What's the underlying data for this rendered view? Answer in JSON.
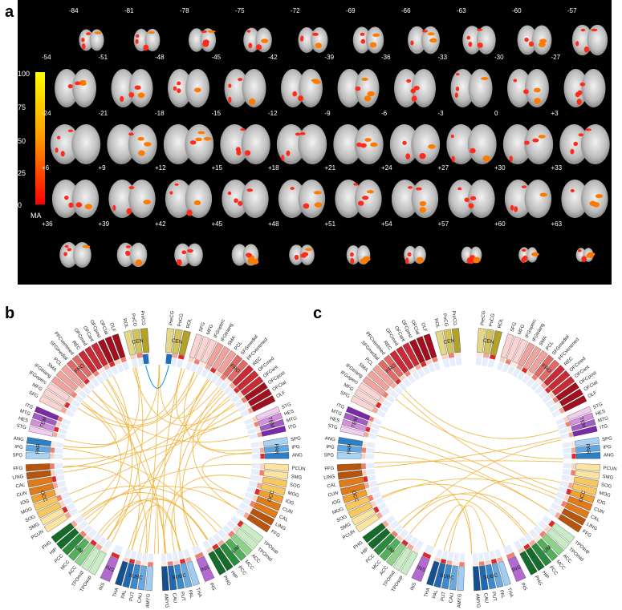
{
  "labels": {
    "a": "a",
    "b": "b",
    "c": "c"
  },
  "panel_a": {
    "slices": [
      "-84",
      "-81",
      "-78",
      "-75",
      "-72",
      "-69",
      "-66",
      "-63",
      "-60",
      "-57",
      "-54",
      "-51",
      "-48",
      "-45",
      "-42",
      "-39",
      "-36",
      "-33",
      "-30",
      "-27",
      "-24",
      "-21",
      "-18",
      "-15",
      "-12",
      "-9",
      "-6",
      "-3",
      "0",
      "+3",
      "+6",
      "+9",
      "+12",
      "+15",
      "+18",
      "+21",
      "+24",
      "+27",
      "+30",
      "+33",
      "+36",
      "+39",
      "+42",
      "+45",
      "+48",
      "+51",
      "+54",
      "+57",
      "+60",
      "+63"
    ],
    "colorbar": {
      "title": "MA",
      "ticks": [
        "100",
        "75",
        "50",
        "25",
        "0"
      ],
      "colors": [
        "#ffff00",
        "#ff9900",
        "#ff0000"
      ]
    }
  },
  "circos": {
    "left_labels": [
      "ROL",
      "PoCG",
      "PreCG",
      "SFG",
      "MFG",
      "IFGoperc",
      "IFGtriang",
      "SMA",
      "PCL",
      "SFGmedial",
      "PFCventmed",
      "REC",
      "OFCmed",
      "OFCant",
      "OFCpost",
      "OFClat",
      "OLF",
      "STG",
      "HES",
      "MTG",
      "ITG",
      "SPG",
      "IPG",
      "ANG",
      "PCUN",
      "SMG",
      "SOG",
      "MOG",
      "IOG",
      "CUN",
      "CAL",
      "LING",
      "FFG",
      "TPOsup",
      "TPOmid",
      "ACC",
      "MCC",
      "PCC",
      "HIP",
      "PHG",
      "INS",
      "AMYG",
      "CAU",
      "PUT",
      "PAL",
      "THA"
    ],
    "right_labels": [
      "PreCG",
      "PoCG",
      "ROL",
      "SFG",
      "MFG",
      "IFGoperc",
      "IFGtriang",
      "SMA",
      "PCL",
      "SFGmedial",
      "PFCventmed",
      "REC",
      "OFCmed",
      "OFCant",
      "OFCpost",
      "OFClat",
      "OLF",
      "STG",
      "HES",
      "MTG",
      "ITG",
      "SPG",
      "IPG",
      "ANG",
      "PCUN",
      "SMG",
      "SOG",
      "MOG",
      "IOG",
      "CUN",
      "CAL",
      "LING",
      "FFG",
      "TPOsup",
      "TPOmid",
      "ACC",
      "MCC",
      "PCC",
      "HIP",
      "PHG",
      "INS",
      "THA",
      "PAL",
      "PUT",
      "CAU",
      "AMYG"
    ],
    "networks": [
      "CEN",
      "FRO",
      "TEM",
      "PAR",
      "OCC",
      "LIM",
      "INS",
      "SUBC"
    ],
    "colors": {
      "CEN": "#b3a22a",
      "FRO": "#c0182a",
      "TEM": "#8a3fb8",
      "PAR": "#3f8fd0",
      "OCC": "#d76b1a",
      "LIM": "#2e9a4a",
      "INS": "#7a3aa0",
      "SUBC": "#3a8ad0",
      "link": "#f0b43c",
      "blue_link": "#2a9ad8"
    }
  }
}
